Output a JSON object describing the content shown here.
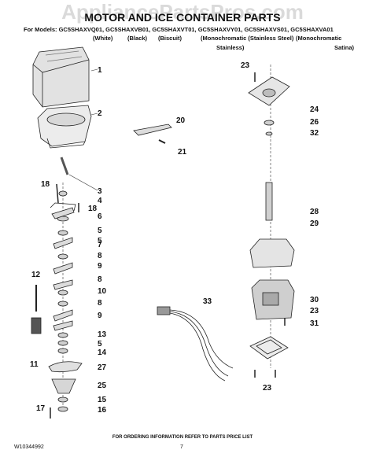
{
  "watermark": "AppliancePartsPros.com",
  "title": "MOTOR AND ICE CONTAINER PARTS",
  "header": {
    "models": "For Models: GC5SHAXVQ01, GC5SHAXVB01, GC5SHAXVT01, GC5SHAXVY01, GC5SHAXVS01, GC5SHAXVA01",
    "variants": [
      "(White)",
      "(Black)",
      "(Biscuit)",
      "(Monochromatic (Stainless Steel)",
      "(Monochromatic"
    ],
    "variants_line2": [
      "Stainless)",
      "Satina)"
    ]
  },
  "callouts": [
    "1",
    "2",
    "3",
    "4",
    "18",
    "18",
    "6",
    "5",
    "7",
    "8",
    "9",
    "5",
    "8",
    "10",
    "8",
    "9",
    "13",
    "5",
    "14",
    "27",
    "25",
    "15",
    "16",
    "17",
    "12",
    "11",
    "20",
    "21",
    "23",
    "24",
    "26",
    "32",
    "28",
    "29",
    "30",
    "23",
    "31",
    "33",
    "23"
  ],
  "footer": {
    "ordering": "FOR ORDERING INFORMATION REFER TO PARTS PRICE LIST",
    "doc_number": "W10344992",
    "page": "7"
  }
}
